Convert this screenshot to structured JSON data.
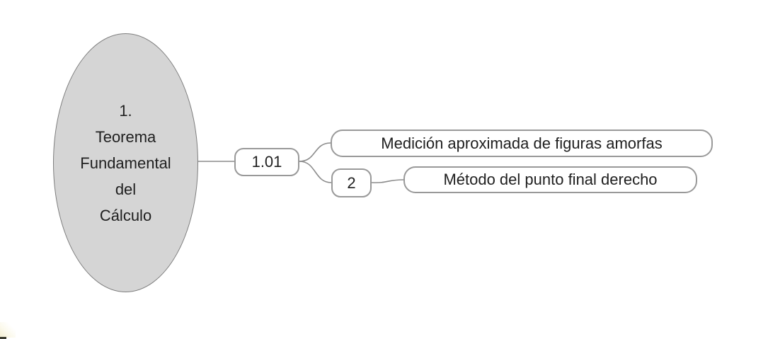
{
  "mindmap": {
    "root": {
      "label_lines": [
        "1.",
        "Teorema",
        "Fundamental",
        "del",
        "Cálculo"
      ]
    },
    "nodes": [
      {
        "id": "1.01",
        "label": "1.01"
      },
      {
        "id": "medicion",
        "label": "Medición aproximada de figuras amorfas"
      },
      {
        "id": "2",
        "label": "2"
      },
      {
        "id": "metodo",
        "label": "Método del punto final derecho"
      }
    ]
  },
  "colors": {
    "root_fill": "#d5d5d5",
    "root_border": "#7d7d7d",
    "node_fill": "#ffffff",
    "node_border": "#999999",
    "connector": "#8c8c8c",
    "text": "#1f1f1f",
    "background": "#ffffff"
  }
}
